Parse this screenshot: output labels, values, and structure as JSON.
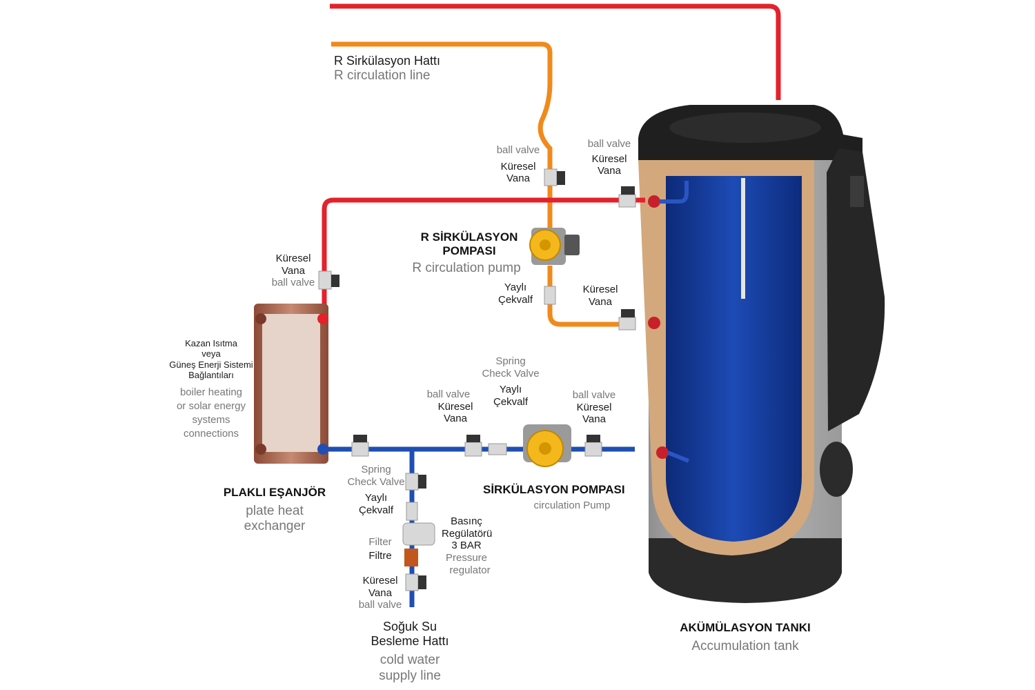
{
  "colors": {
    "hot_line": "#e3222b",
    "circulation_line": "#f08a1c",
    "cold_line": "#1f4fb4",
    "tank_body": "#a9a9a9",
    "tank_lid": "#222222",
    "tank_inner": "#123a9c",
    "insulation": "#d4a97e",
    "exchanger": "#a9614b",
    "pump_yellow": "#f4b81d"
  },
  "labels": {
    "r_line_tr": "R Sirkülasyon Hattı",
    "r_line_en": "R circulation line",
    "bv_top_en": "ball valve",
    "bv_top_tr1": "Küresel",
    "bv_top_tr2": "Vana",
    "bv_tank_en": "ball valve",
    "bv_tank_tr1": "Küresel",
    "bv_tank_tr2": "Vana",
    "bv_ex_tr1": "Küresel",
    "bv_ex_tr2": "Vana",
    "bv_ex_en": "ball valve",
    "r_pump_tr1": "R SİRKÜLASYON",
    "r_pump_tr2": "POMPASI",
    "r_pump_en": "R circulation pump",
    "r_check_tr1": "Yaylı",
    "r_check_tr2": "Çekvalf",
    "bv_rlow_tr1": "Küresel",
    "bv_rlow_tr2": "Vana",
    "boiler_tr1": "Kazan Isıtma",
    "boiler_tr2": "veya",
    "boiler_tr3": "Güneş Enerji Sistemi",
    "boiler_tr4": "Bağlantıları",
    "boiler_en1": "boiler heating",
    "boiler_en2": "or solar energy",
    "boiler_en3": "systems",
    "boiler_en4": "connections",
    "spring_top_en1": "Spring",
    "spring_top_en2": "Check Valve",
    "spring_top_tr1": "Yaylı",
    "spring_top_tr2": "Çekvalf",
    "bv_midl_en": "ball valve",
    "bv_midl_tr1": "Küresel",
    "bv_midl_tr2": "Vana",
    "bv_midr_en": "ball valve",
    "bv_midr_tr1": "Küresel",
    "bv_midr_tr2": "Vana",
    "exch_tr": "PLAKLI EŞANJÖR",
    "exch_en1": "plate heat",
    "exch_en2": "exchanger",
    "spring_low_en1": "Spring",
    "spring_low_en2": "Check Valve",
    "spring_low_tr1": "Yaylı",
    "spring_low_tr2": "Çekvalf",
    "circ_pump_tr": "SİRKÜLASYON POMPASI",
    "circ_pump_en": "circulation Pump",
    "press_tr1": "Basınç",
    "press_tr2": "Regülatörü",
    "press_tr3": "3 BAR",
    "press_en1": "Pressure",
    "press_en2": "regulator",
    "filter_en": "Filter",
    "filter_tr": "Filtre",
    "bv_bot_tr1": "Küresel",
    "bv_bot_tr2": "Vana",
    "bv_bot_en": "ball valve",
    "cold_tr1": "Soğuk Su",
    "cold_tr2": "Besleme Hattı",
    "cold_en1": "cold water",
    "cold_en2": "supply line",
    "tank_tr": "AKÜMÜLASYON TANKI",
    "tank_en": "Accumulation tank"
  }
}
